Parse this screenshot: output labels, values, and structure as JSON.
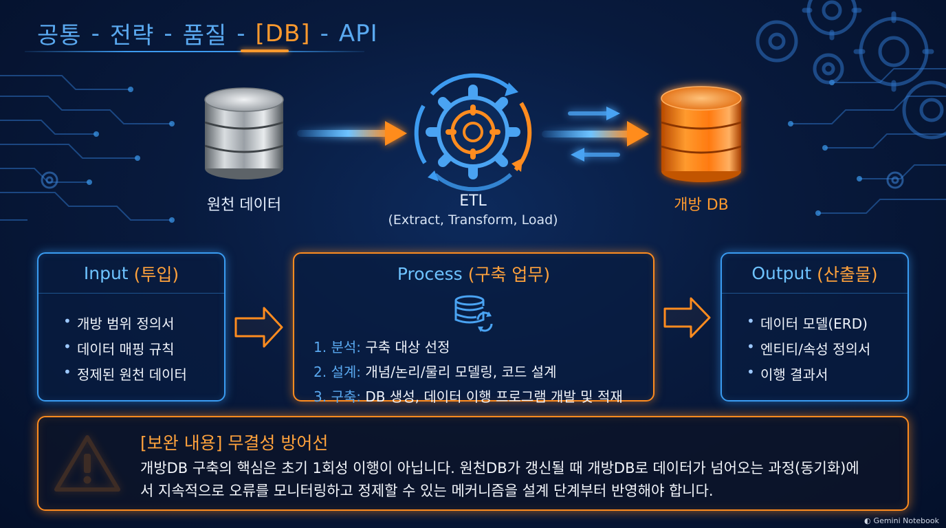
{
  "breadcrumb": {
    "items": [
      "공통",
      "전략",
      "품질",
      "[DB]",
      "API"
    ],
    "separator": "-",
    "active_index": 3
  },
  "flow": {
    "source": {
      "label": "원천 데이터"
    },
    "etl": {
      "label": "ETL",
      "sub": "(Extract, Transform, Load)"
    },
    "target": {
      "label": "개방 DB"
    }
  },
  "cards": {
    "input": {
      "title_en": "Input",
      "title_ko": "(투입)",
      "items": [
        "개방 범위 정의서",
        "데이터 매핑 규칙",
        "정제된 원천 데이터"
      ]
    },
    "process": {
      "title_en": "Process",
      "title_ko": "(구축 업무)",
      "steps": [
        {
          "num": "1.",
          "key": "분석:",
          "text": "구축 대상 선정"
        },
        {
          "num": "2.",
          "key": "설계:",
          "text": "개념/논리/물리 모델링, 코드 설계"
        },
        {
          "num": "3.",
          "key": "구축:",
          "text": "DB 생성, 데이터 이행 프로그램 개발 및 적재"
        }
      ]
    },
    "output": {
      "title_en": "Output",
      "title_ko": "(산출물)",
      "items": [
        "데이터 모델(ERD)",
        "엔티티/속성 정의서",
        "이행 결과서"
      ]
    }
  },
  "warning": {
    "title": "[보완 내용] 무결성 방어선",
    "body_line1": "개방DB 구축의 핵심은 초기 1회성 이행이 아닙니다. 원천DB가 갱신될 때 개방DB로 데이터가 넘어오는 과정(동기화)에",
    "body_line2": "서 지속적으로 오류를 모니터링하고 정제할 수 있는 메커니즘을 설계 단계부터 반영해야 합니다."
  },
  "watermark": "Gemini Notebook",
  "colors": {
    "accent_blue": "#3a9cf2",
    "accent_orange": "#ff8c1f",
    "background": "#081a3d"
  },
  "icons": [
    "source-database-icon",
    "etl-gear-icon",
    "open-db-icon",
    "database-sync-icon",
    "warning-icon",
    "arrow-right-icon"
  ]
}
